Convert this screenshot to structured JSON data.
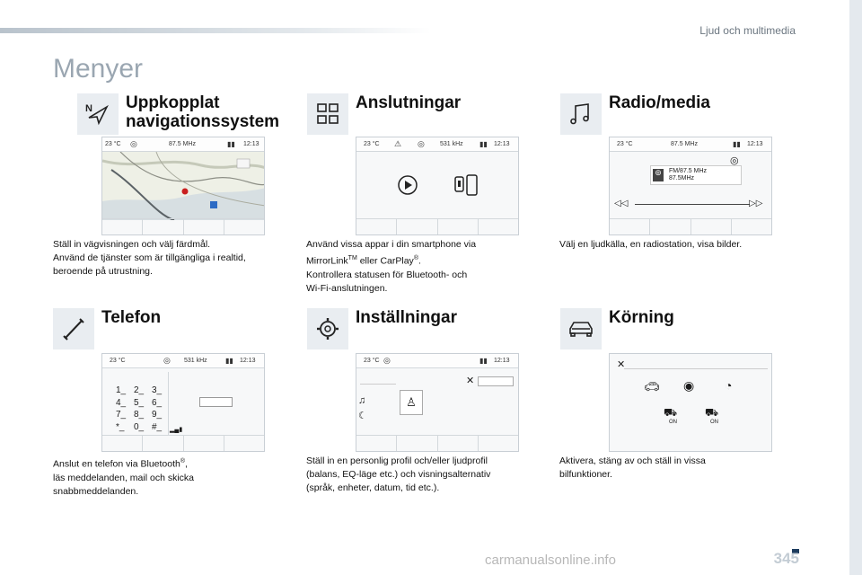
{
  "header": {
    "section_tag": "Ljud och multimedia"
  },
  "page_title": "Menyer",
  "cards": {
    "nav": {
      "title_line1": "Uppkopplat",
      "title_line2": "navigationssystem",
      "screen": {
        "temp": "23 °C",
        "freq": "87.5 MHz",
        "time": "12:13"
      },
      "desc": [
        "Ställ in vägvisningen och välj färdmål.",
        "Använd de tjänster som är tillgängliga i realtid,",
        "beroende på utrustning."
      ]
    },
    "connections": {
      "title": "Anslutningar",
      "screen": {
        "temp": "23 °C",
        "freq": "531 kHz",
        "time": "12:13"
      },
      "desc": [
        "Använd vissa appar i din smartphone via",
        "MirrorLink",
        "TM",
        " eller CarPlay",
        "®",
        ".",
        "Kontrollera statusen för Bluetooth- och",
        "Wi-Fi-anslutningen."
      ]
    },
    "radio": {
      "title": "Radio/media",
      "screen": {
        "temp": "23 °C",
        "freq": "87.5 MHz",
        "time": "12:13",
        "station_line1": "FM/87.5 MHz",
        "station_line2": "87.5MHz"
      },
      "desc": [
        "Välj en ljudkälla, en radiostation, visa bilder."
      ]
    },
    "phone": {
      "title": "Telefon",
      "screen": {
        "temp": "23 °C",
        "freq": "531 kHz",
        "time": "12:13",
        "keys": [
          "1_",
          "2_",
          "3_",
          "4_",
          "5_",
          "6_",
          "7_",
          "8_",
          "9_",
          "*_",
          "0_",
          "#_"
        ]
      },
      "desc": [
        "Anslut en telefon via Bluetooth",
        "®",
        ",",
        "läs meddelanden, mail och skicka",
        "snabbmeddelanden."
      ]
    },
    "settings": {
      "title": "Inställningar",
      "screen": {
        "temp": "23 °C",
        "time": "12:13"
      },
      "desc": [
        "Ställ in en personlig profil och/eller ljudprofil",
        "(balans, EQ-läge etc.) och visningsalternativ",
        "(språk, enheter, datum, tid etc.)."
      ]
    },
    "driving": {
      "title": "Körning",
      "screen": {
        "on1": "ON",
        "on2": "ON"
      },
      "desc": [
        "Aktivera, stäng av och ställ in vissa",
        "bilfunktioner."
      ]
    }
  },
  "footer": {
    "page_number": "345",
    "watermark": "carmanualsonline.info"
  }
}
